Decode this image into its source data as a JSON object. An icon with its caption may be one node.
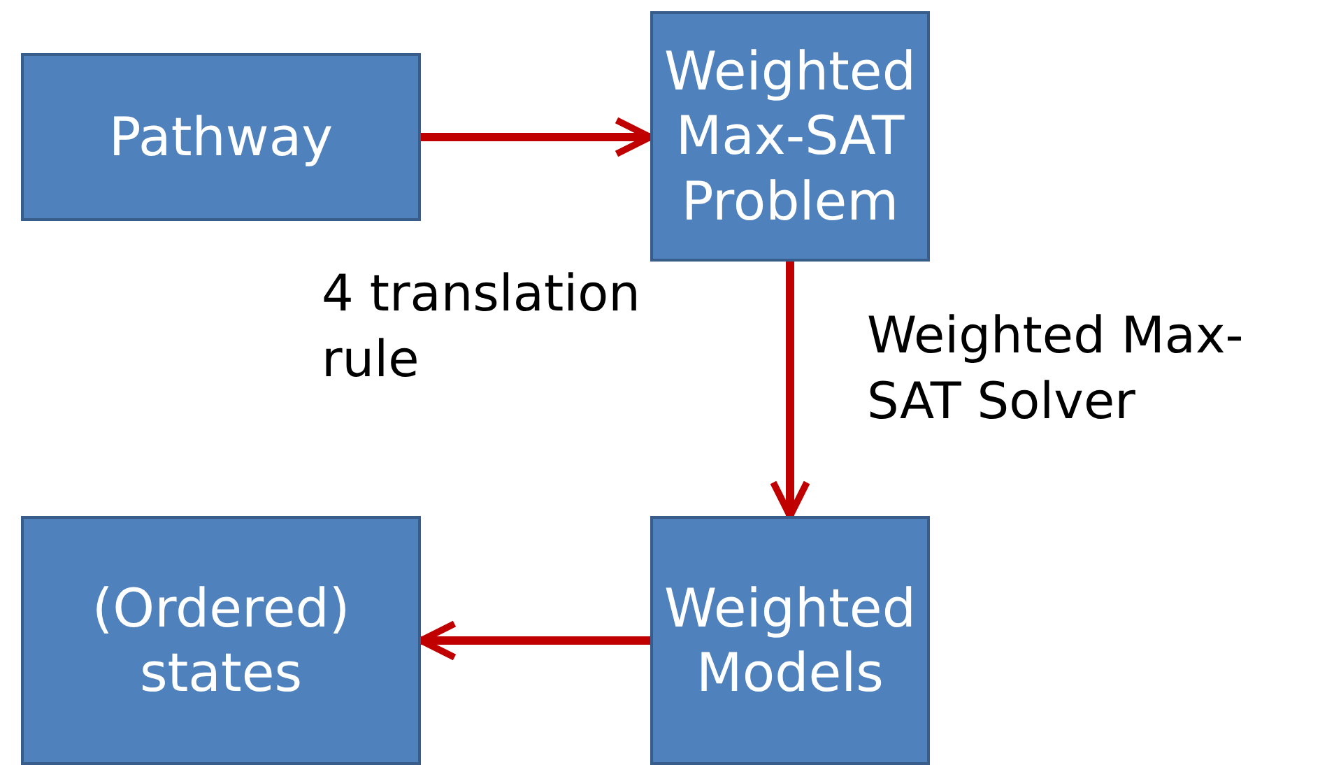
{
  "diagram": {
    "nodes": [
      {
        "text": [
          "Pathway"
        ]
      },
      {
        "text": [
          "Weighted Max-SAT Problem"
        ]
      },
      {
        "text": [
          "Weighted Models"
        ]
      },
      {
        "text": [
          "(Ordered) states"
        ]
      }
    ],
    "edges": [
      {
        "from": 0,
        "to": 1,
        "arrow": "to",
        "label": "4 translation rule"
      },
      {
        "from": 1,
        "to": 2,
        "arrow": "to",
        "label": "Weighted Max-SAT Solver"
      },
      {
        "from": 2,
        "to": 3,
        "arrow": "to"
      }
    ]
  }
}
